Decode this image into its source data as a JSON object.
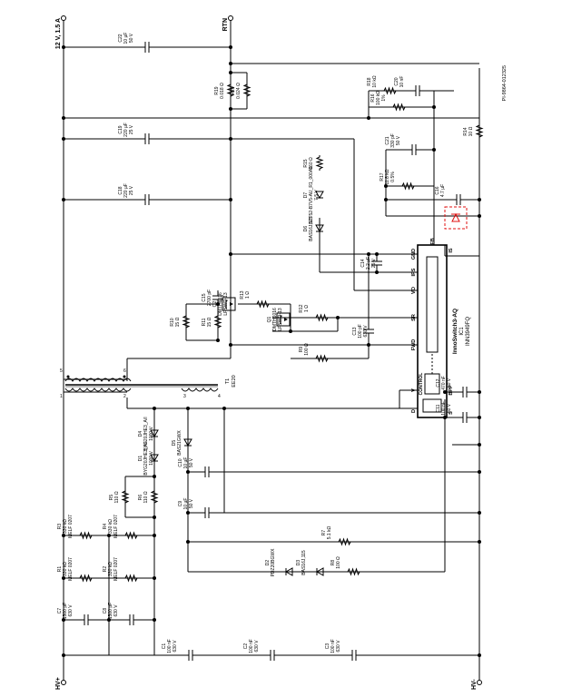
{
  "nets": {
    "vout": "12 V, 1.5 A",
    "rtn": "RTN",
    "hv_plus": "HV+",
    "hv_minus": "HV-",
    "doc_id": "PI-9864-012325"
  },
  "ic": {
    "name": "InnoSwitch3-AQ",
    "ref": "IC1",
    "part": "INN3949FQ",
    "label": "ID",
    "pins": {
      "gnd": "GND",
      "fwd": "FWD",
      "sr": "SR",
      "vo": "VO",
      "ips": "IPS",
      "fb": "FB",
      "is": "IS",
      "v": "V",
      "d": "D",
      "s": "S",
      "bpp": "BPP"
    },
    "control": "CONTROL"
  },
  "transformer": {
    "ref": "T1",
    "part": "EE20",
    "pins": [
      "1",
      "2",
      "3",
      "4",
      "5",
      "6"
    ]
  },
  "components": [
    {
      "id": "c22",
      "ref": "C22",
      "value": "10 µF",
      "rating": "50 V"
    },
    {
      "id": "r19",
      "ref": "R19",
      "value": "0.018 Ω"
    },
    {
      "id": "r20",
      "ref": "R20",
      "value": "0.024 Ω"
    },
    {
      "id": "c19",
      "ref": "C19",
      "value": "220 µF",
      "rating": "25 V"
    },
    {
      "id": "c18",
      "ref": "C18",
      "value": "220 µF",
      "rating": "25 V"
    },
    {
      "id": "r18",
      "ref": "R18",
      "value": "10 kΩ"
    },
    {
      "id": "c20",
      "ref": "C20",
      "value": "10 nF"
    },
    {
      "id": "r16",
      "ref": "R16",
      "value": "100 kΩ",
      "rating": "1%"
    },
    {
      "id": "r14",
      "ref": "R14",
      "value": "10 Ω"
    },
    {
      "id": "c21",
      "ref": "C21",
      "value": "330 pF",
      "rating": "50 V"
    },
    {
      "id": "r17",
      "ref": "R17",
      "value": "11.8 kΩ",
      "rating": "0.5%"
    },
    {
      "id": "c16",
      "ref": "C16",
      "value": "4.7 µF"
    },
    {
      "id": "d7",
      "ref": "D7",
      "value": "BZT52-B7V5-AU_R1_000A1",
      "rating": "7.5 V"
    },
    {
      "id": "r15",
      "ref": "R15",
      "value": "160 Ω"
    },
    {
      "id": "d6",
      "ref": "D6",
      "value": "BAS16J,115"
    },
    {
      "id": "c14",
      "ref": "C14",
      "value": "2.2 µF",
      "rating": "25 V"
    },
    {
      "id": "c15",
      "ref": "C15",
      "value": "2700 pF"
    },
    {
      "id": "q2",
      "ref": "Q2",
      "value": "DMTH6016",
      "part": "LPSWQ-13"
    },
    {
      "id": "q1",
      "ref": "Q1",
      "value": "DMTH6016",
      "part": "LPSWQ-13"
    },
    {
      "id": "r13",
      "ref": "R13",
      "value": "1 Ω"
    },
    {
      "id": "r10",
      "ref": "R10",
      "value": "15 Ω"
    },
    {
      "id": "r11",
      "ref": "R11",
      "value": "15 Ω"
    },
    {
      "id": "r12",
      "ref": "R12",
      "value": "1 Ω"
    },
    {
      "id": "c13",
      "ref": "C13",
      "value": "100 pF",
      "rating": "630 V"
    },
    {
      "id": "r9",
      "ref": "R9",
      "value": "100 Ω"
    },
    {
      "id": "c12",
      "ref": "C12",
      "value": "470 nF",
      "rating": "50 V"
    },
    {
      "id": "c11",
      "ref": "C11",
      "value": "100 nF",
      "rating": "50 V"
    },
    {
      "id": "d4",
      "ref": "D4",
      "value": "BYG20JHE3_A/I",
      "rating": "1000 V"
    },
    {
      "id": "d1",
      "ref": "D1",
      "value": "BYG20JHE3_A/I",
      "rating": "1000 V"
    },
    {
      "id": "d5",
      "ref": "D5",
      "value": "BAS21GWX"
    },
    {
      "id": "r5",
      "ref": "R5",
      "value": "110 Ω"
    },
    {
      "id": "r6",
      "ref": "R6",
      "value": "110 Ω"
    },
    {
      "id": "c10",
      "ref": "C10",
      "value": "10 µF",
      "rating": "50 V"
    },
    {
      "id": "c9",
      "ref": "C9",
      "value": "10 µF",
      "rating": "50 V"
    },
    {
      "id": "r7",
      "ref": "R7",
      "value": "5.1 kΩ"
    },
    {
      "id": "r3",
      "ref": "R3",
      "value": "330 kΩ",
      "part": "MELF 0207"
    },
    {
      "id": "r4",
      "ref": "R4",
      "value": "330 kΩ",
      "part": "MELF 0207"
    },
    {
      "id": "r1",
      "ref": "R1",
      "value": "330 kΩ",
      "part": "MELF 0207"
    },
    {
      "id": "r2",
      "ref": "R2",
      "value": "330 kΩ",
      "part": "MELF 0207"
    },
    {
      "id": "d3",
      "ref": "D3",
      "value": "BAS16J,115"
    },
    {
      "id": "d2",
      "ref": "D2",
      "value": "PDZ20BGWX"
    },
    {
      "id": "r8",
      "ref": "R8",
      "value": "100 Ω"
    },
    {
      "id": "c7",
      "ref": "C7",
      "value": "1500 pF",
      "rating": "630 V"
    },
    {
      "id": "c8",
      "ref": "C8",
      "value": "1500 pF",
      "rating": "630 V"
    },
    {
      "id": "c1",
      "ref": "C1",
      "value": "100 nF",
      "rating": "630 V"
    },
    {
      "id": "c2",
      "ref": "C2",
      "value": "100 nF",
      "rating": "630 V"
    },
    {
      "id": "c3",
      "ref": "C3",
      "value": "100 nF",
      "rating": "630 V"
    }
  ]
}
